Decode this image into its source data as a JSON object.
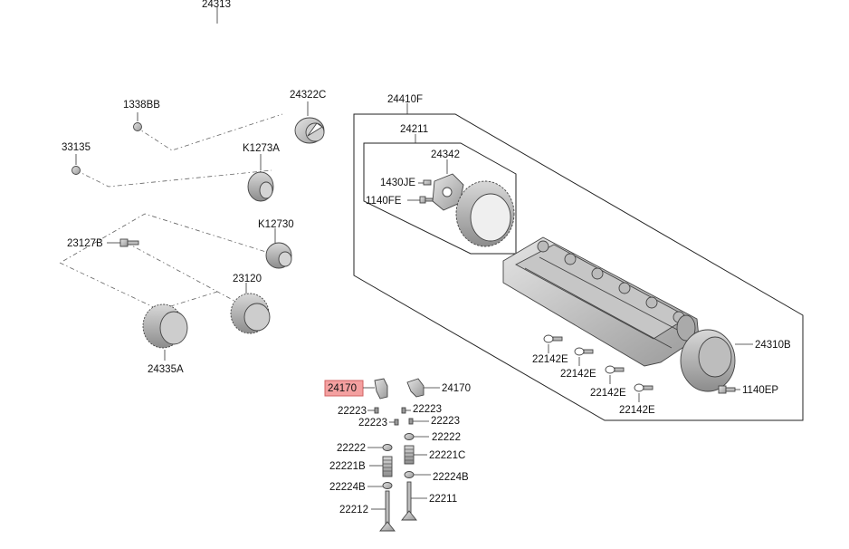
{
  "labels": {
    "belt": "24313",
    "bolt_1338bb": "1338BB",
    "nut_33135": "33135",
    "tensioner": "24322C",
    "idler_k1273a": "K1273A",
    "idler_k12730": "K12730",
    "bolt_23127b": "23127B",
    "crank_sprocket": "23120",
    "pump_pulley": "24335A",
    "head_assy": "24410F",
    "cam_assy": "24211",
    "cam_sprocket": "24342",
    "pin_1430je": "1430JE",
    "bolt_1140fe": "1140FE",
    "cover": "24310B",
    "bolt_1140ep": "1140EP",
    "bracket_1": "22142E",
    "bracket_2": "22142E",
    "bracket_3": "22142E",
    "bracket_4": "22142E",
    "rocker_left": "24170",
    "rocker_right": "24170",
    "key_1": "22223",
    "key_2": "22223",
    "key_3": "22223",
    "key_4": "22223",
    "retainer_left": "22222",
    "retainer_right": "22222",
    "spring_left": "22221B",
    "spring_right": "22221C",
    "seat_left": "22224B",
    "seat_right": "22224B",
    "valve_left": "22212",
    "valve_right": "22211"
  },
  "highlight_color": "#f4a0a0"
}
